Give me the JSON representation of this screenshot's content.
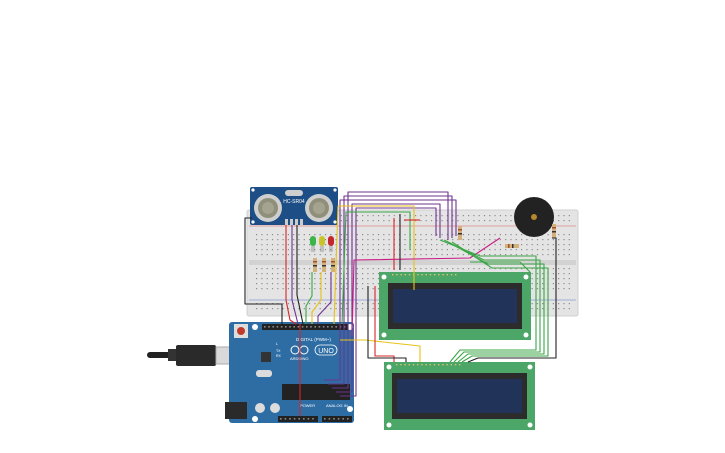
{
  "sensor": {
    "model": "HC-SR04"
  },
  "arduino": {
    "brand": "ARDUINO",
    "model": "UNO",
    "digital_label": "DIGITAL (PWM~)",
    "power_label": "POWER",
    "analog_label": "ANALOG IN",
    "tx_label": "TX",
    "rx_label": "RX",
    "l_label": "L"
  },
  "colors": {
    "breadboard": "#e4e4e4",
    "arduino": "#2e6da4",
    "lcd_board": "#4ca667",
    "lcd_screen": "#22335a",
    "wire_red": "#d6262a",
    "wire_green": "#3aa645",
    "wire_purple": "#6f3390",
    "wire_yellow": "#e6c21a",
    "wire_black": "#222222",
    "wire_magenta": "#c81c83"
  }
}
